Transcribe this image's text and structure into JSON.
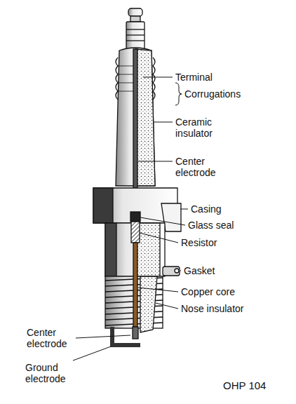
{
  "diagram": {
    "labels": [
      "Terminal",
      "Corrugations",
      "Ceramic insulator",
      "Center electrode",
      "Casing",
      "Glass seal",
      "Resistor",
      "Gasket",
      "Copper core",
      "Nose insulator",
      "Center electrode",
      "Ground electrode",
      "OHP 104"
    ]
  }
}
